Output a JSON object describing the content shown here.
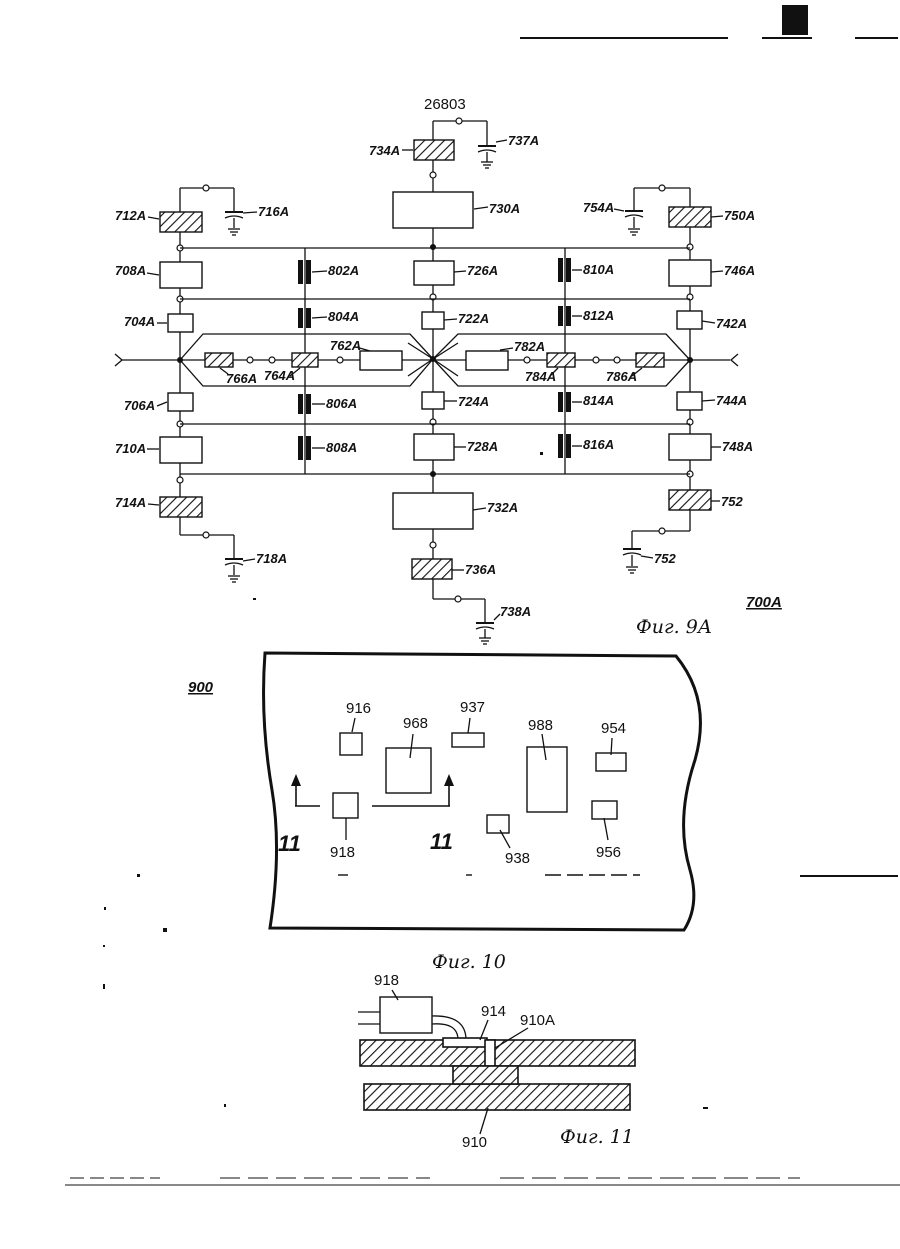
{
  "figure_9a": {
    "caption": "Фиг. 9А",
    "figure_ref": "700А",
    "top_node": "26803",
    "labels": {
      "c734": "734А",
      "c737": "737А",
      "c712": "712А",
      "c716": "716А",
      "c750": "750А",
      "c754": "754А",
      "c730": "730А",
      "c708": "708А",
      "c802": "802А",
      "c726": "726А",
      "c810": "810А",
      "c746": "746А",
      "c704": "704А",
      "c804": "804А",
      "c722": "722А",
      "c812": "812А",
      "c742": "742А",
      "c762": "762А",
      "c782": "782А",
      "c766": "766А",
      "c764": "764А",
      "c784": "784А",
      "c786": "786А",
      "c706": "706А",
      "c806": "806А",
      "c724": "724А",
      "c814": "814А",
      "c744": "744А",
      "c710": "710А",
      "c808": "808А",
      "c728": "728А",
      "c816": "816А",
      "c748": "748А",
      "c714": "714А",
      "c732": "732А",
      "c752a": "752",
      "c752b": "752",
      "c718": "718А",
      "c736": "736А",
      "c738": "738А"
    }
  },
  "figure_10": {
    "caption": "Фиг. 10",
    "figure_ref": "900",
    "labels": {
      "c916": "916",
      "c968": "968",
      "c937": "937",
      "c988": "988",
      "c954": "954",
      "c918": "918",
      "c938": "938",
      "c956": "956",
      "sec_left": "11",
      "sec_right": "11"
    }
  },
  "figure_11": {
    "caption": "Фиг. 11",
    "labels": {
      "c918": "918",
      "c914": "914",
      "c910a": "910А",
      "c910": "910"
    }
  }
}
